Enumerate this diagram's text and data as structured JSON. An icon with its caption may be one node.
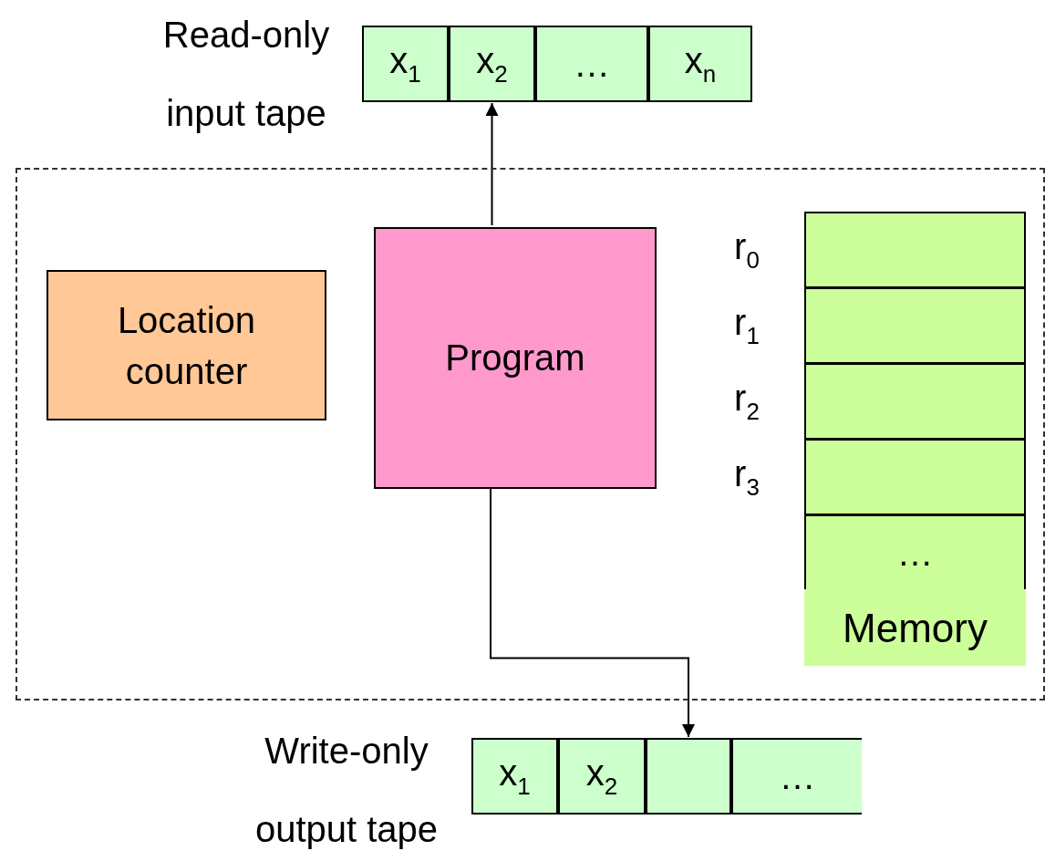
{
  "diagram": {
    "nodes": [
      {
        "text": [
          "x$_{1}$"
        ]
      },
      {
        "text": [
          "x$_{2}$"
        ]
      },
      {
        "text": [
          "…"
        ]
      },
      {
        "text": [
          "x$_{n}$"
        ]
      },
      {
        "text": [],
        "shape": "box"
      },
      {
        "text": [
          "Location counter"
        ],
        "in": 4
      },
      {
        "text": [
          "Program"
        ],
        "in": 4
      },
      {
        "text": [
          "Memory"
        ],
        "in": 4
      },
      {
        "text": [],
        "shape": "box",
        "in": 7,
        "beside": [
          "r$_{0}$"
        ]
      },
      {
        "text": [],
        "shape": "box",
        "in": 7,
        "beside": [
          "r$_{1}$"
        ]
      },
      {
        "text": [],
        "shape": "box",
        "in": 7,
        "beside": [
          "r$_{2}$"
        ]
      },
      {
        "text": [],
        "shape": "box",
        "in": 7,
        "beside": [
          "r$_{3}$"
        ]
      },
      {
        "text": [
          "…"
        ],
        "in": 7
      },
      {
        "text": [
          "x$_{1}$"
        ]
      },
      {
        "text": [
          "x$_{2}$"
        ]
      },
      {
        "text": [],
        "shape": "box"
      },
      {
        "text": [
          "…"
        ]
      }
    ],
    "edges": [
      {
        "from": 6,
        "to": 1,
        "arrow": "to"
      },
      {
        "from": 6,
        "to": 15,
        "arrow": "to"
      }
    ],
    "labels": [
      "Read-only input tape",
      "Write-only output tape"
    ]
  }
}
